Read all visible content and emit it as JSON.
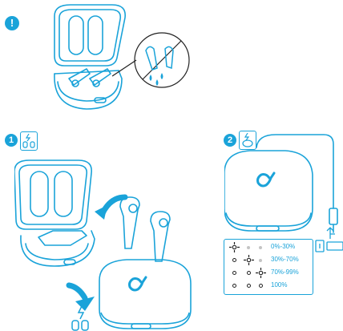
{
  "colors": {
    "accent": "#1aa3d9",
    "ink": "#222222",
    "dim": "#c4c4c4"
  },
  "warning_badge": "!",
  "step1": {
    "number": "1",
    "icon": "earbuds-charging-icon"
  },
  "step2": {
    "number": "2",
    "icon": "case-charging-icon"
  },
  "battery_table": {
    "rows": [
      {
        "label": "0%-30%",
        "leds": [
          "blink",
          "off",
          "off"
        ]
      },
      {
        "label": "30%-70%",
        "leds": [
          "on",
          "blink",
          "off"
        ]
      },
      {
        "label": "70%-99%",
        "leds": [
          "on",
          "on",
          "blink"
        ]
      },
      {
        "label": "100%",
        "leds": [
          "on",
          "on",
          "on"
        ]
      }
    ]
  }
}
